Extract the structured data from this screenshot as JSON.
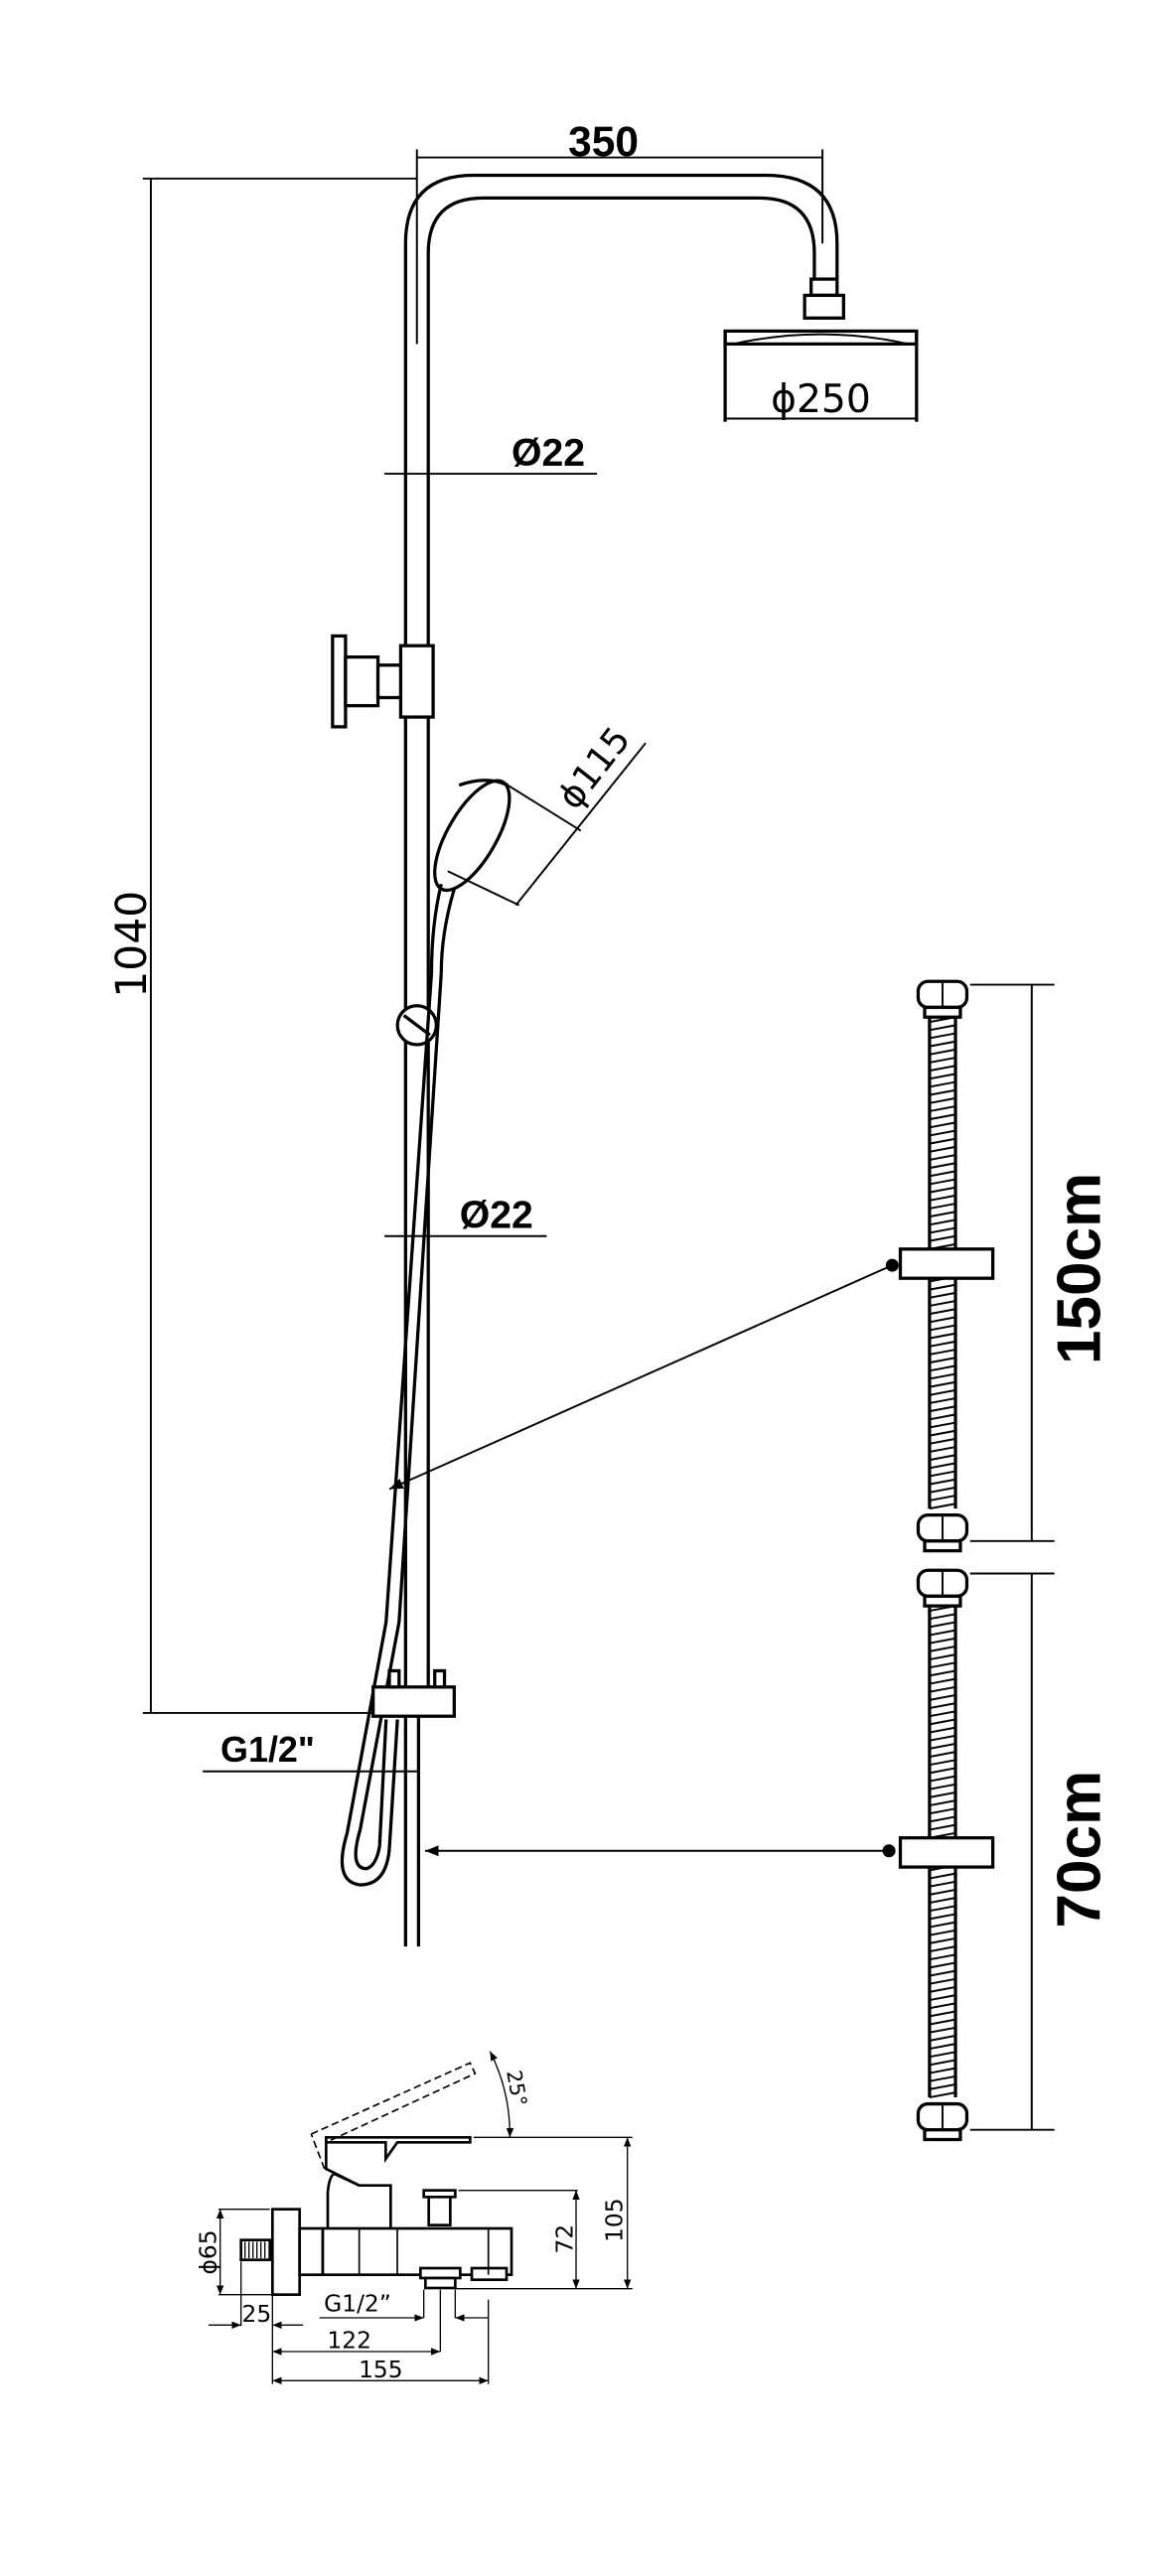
{
  "rail": {
    "width_label": "350",
    "head_diameter_label": "ϕ250",
    "upper_pipe_label": "Ø22",
    "height_label": "1040",
    "hand_shower_label": "ϕ115",
    "lower_pipe_label": "Ø22",
    "connection_label": "G1/2\""
  },
  "hoses": {
    "long_hose_label": "150cm",
    "short_hose_label": "70cm"
  },
  "mixer": {
    "angle_label": "25°",
    "height_label": "105",
    "spout_height_label": "72",
    "flange_diameter_label": "ϕ65",
    "outlet_thread_label": "G1/2”",
    "thread_depth_label": "25",
    "outlet_distance_label": "122",
    "length_label": "155"
  }
}
